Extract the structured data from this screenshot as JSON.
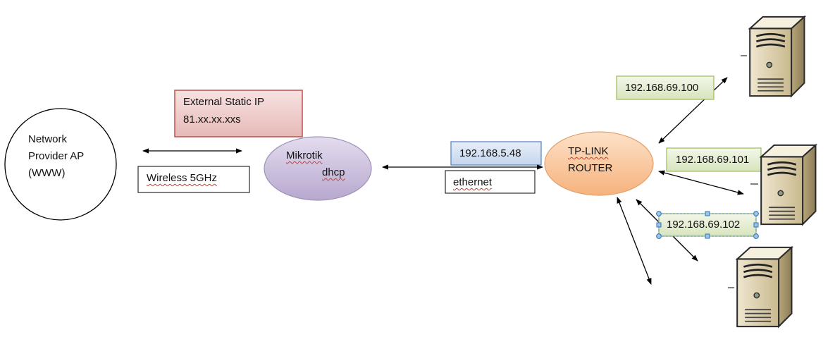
{
  "nodes": {
    "provider": {
      "line1": "Network",
      "line2": "Provider AP",
      "line3": "(WWW)"
    },
    "external_ip": {
      "title": "External Static IP",
      "value": "81.xx.xx.xxs"
    },
    "wireless": {
      "label": "Wireless 5GHz"
    },
    "mikrotik": {
      "name": "Mikrotik",
      "sub": "dhcp"
    },
    "mikrotik_ip": {
      "label": "192.168.5.48"
    },
    "ethernet": {
      "label": "ethernet"
    },
    "tplink": {
      "line1": "TP-LINK",
      "line2": "ROUTER"
    },
    "server_ips": [
      "192.168.69.100",
      "192.168.69.101",
      "192.168.69.102"
    ]
  },
  "colors": {
    "external_fill": "#f2dcdb",
    "external_border": "#c0504d",
    "mikrotik_fill": "#ccc1da",
    "tplink_fill": "#fbd4b4",
    "ip_blue_fill": "#dbe5f1",
    "ip_blue_border": "#4f81bd",
    "ip_green_fill": "#ebf1de",
    "ip_green_border": "#9bbb59"
  },
  "icons": [
    "server-icon"
  ]
}
